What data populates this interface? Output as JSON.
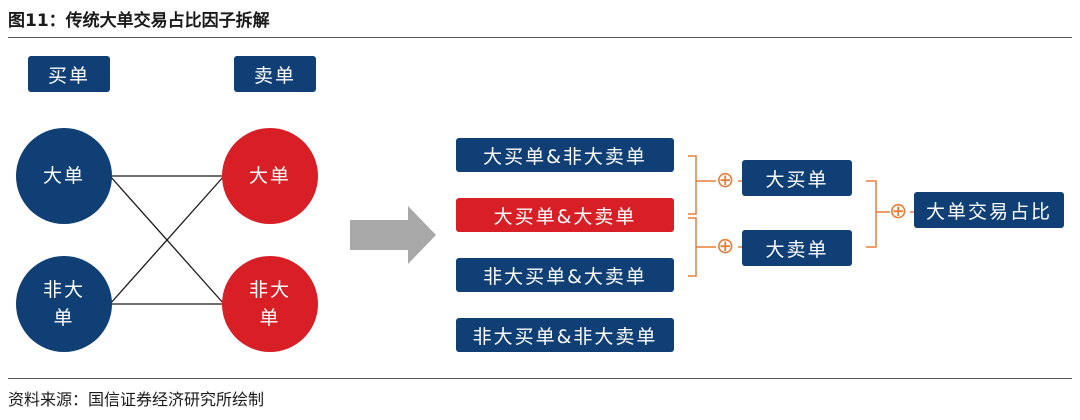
{
  "title": "图11：传统大单交易占比因子拆解",
  "source": "资料来源：国信证券经济研究所绘制",
  "left": {
    "buy_header": "买单",
    "sell_header": "卖单",
    "buy_big": "大单",
    "buy_nonbig": "非大单",
    "sell_big": "大单",
    "sell_nonbig": "非大单"
  },
  "combos": [
    "大买单&非大卖单",
    "大买单&大卖单",
    "非大买单&大卖单",
    "非大买单&非大卖单"
  ],
  "mid": {
    "big_buy": "大买单",
    "big_sell": "大卖单"
  },
  "result": "大单交易占比",
  "plus_symbol": "⊕",
  "colors": {
    "navy": "#0f3f74",
    "red": "#d81f26",
    "bracket": "#e67e3a",
    "arrow": "#a8a8a8"
  }
}
